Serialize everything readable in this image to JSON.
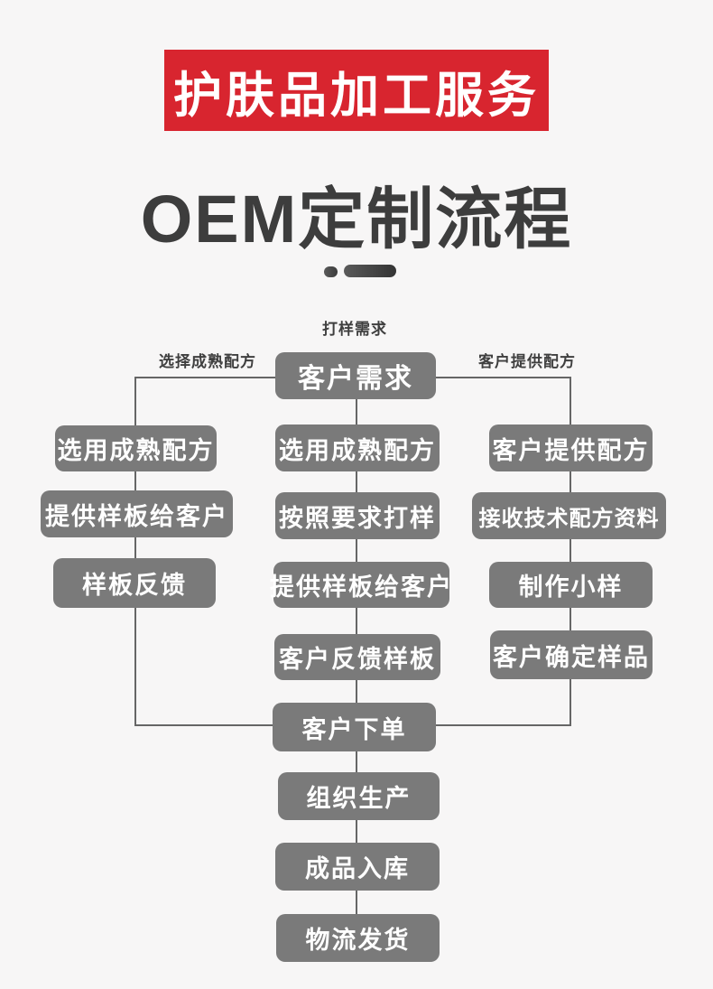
{
  "banner": {
    "title": "护肤品加工服务",
    "bg_color": "#d8252f",
    "text_color": "#ffffff"
  },
  "heading": {
    "title": "OEM定制流程",
    "text_color": "#3d3d3d"
  },
  "flow": {
    "top_label": "打样需求",
    "left_branch_label": "选择成熟配方",
    "right_branch_label": "客户提供配方",
    "root": {
      "label": "客户需求"
    },
    "left_column": [
      {
        "label": "选用成熟配方"
      },
      {
        "label": "提供样板给客户"
      },
      {
        "label": "样板反馈"
      }
    ],
    "center_column": [
      {
        "label": "选用成熟配方"
      },
      {
        "label": "按照要求打样"
      },
      {
        "label": "提供样板给客户"
      },
      {
        "label": "客户反馈样板"
      }
    ],
    "right_column": [
      {
        "label": "客户提供配方"
      },
      {
        "label": "接收技术配方资料"
      },
      {
        "label": "制作小样"
      },
      {
        "label": "客户确定样品"
      }
    ],
    "merge": {
      "label": "客户下单"
    },
    "tail": [
      {
        "label": "组织生产"
      },
      {
        "label": "成品入库"
      },
      {
        "label": "物流发货"
      }
    ]
  },
  "colors": {
    "page_bg": "#f7f6f6",
    "box_bg": "#7a7a7a",
    "box_text": "#ffffff",
    "connector_line": "#666666",
    "banner_bg": "#d8252f",
    "heading_text": "#3d3d3d",
    "label_text": "#3f3f3f"
  }
}
